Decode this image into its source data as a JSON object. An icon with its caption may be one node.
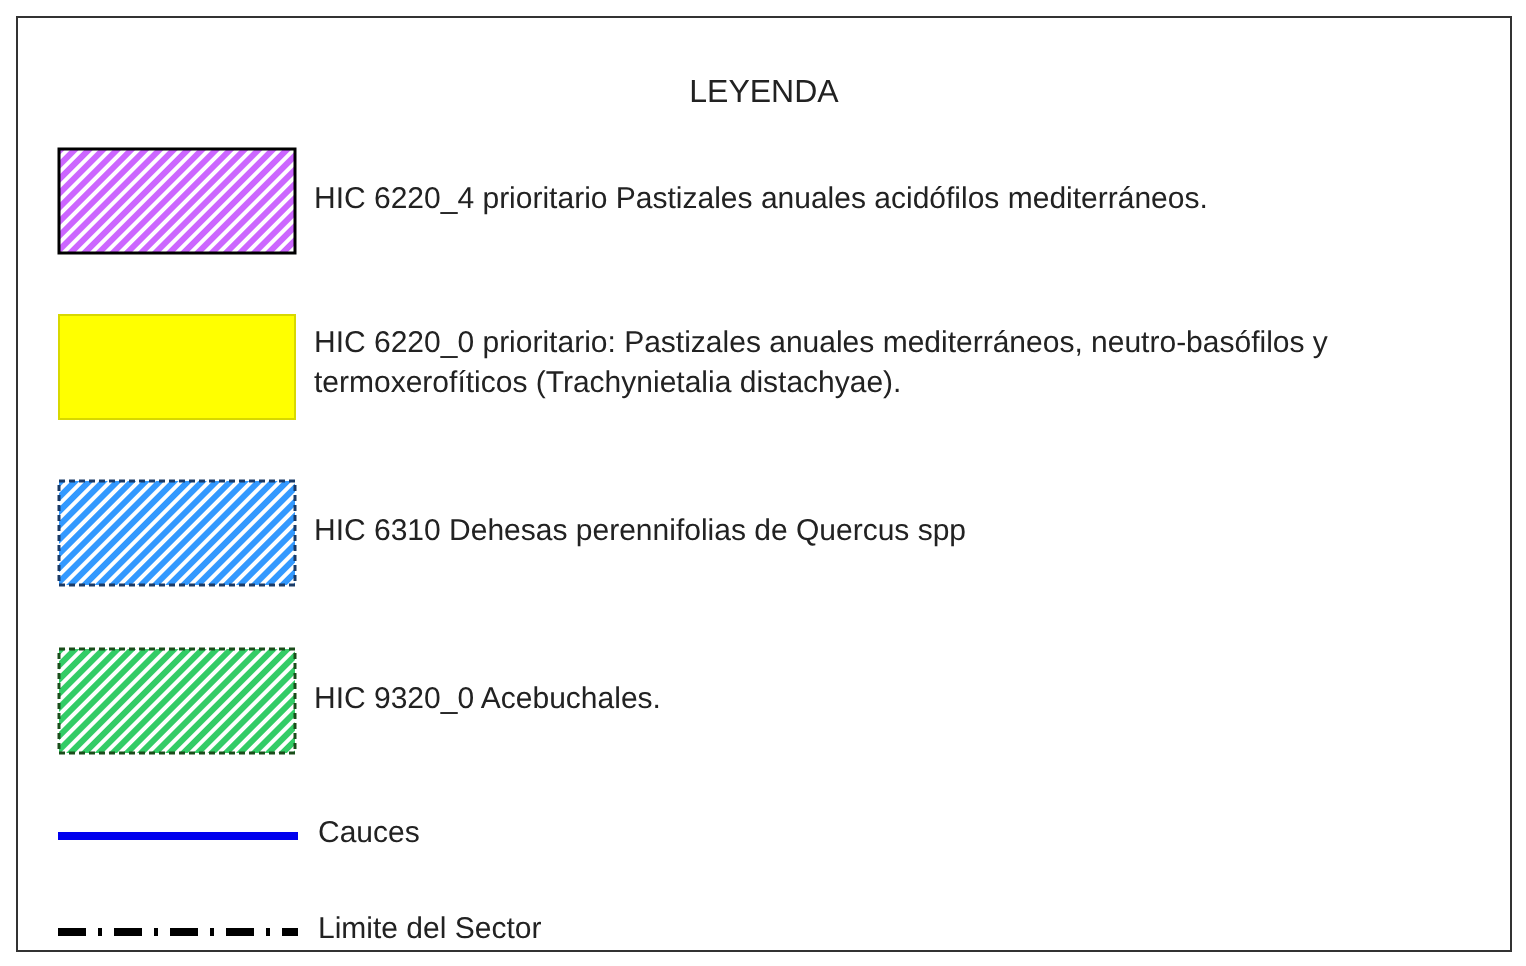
{
  "diagram": {
    "title": "LEYENDA",
    "legend": [
      {
        "text": "HIC 6220_4 prioritario Pastizales anuales acidófilos mediterráneos.",
        "color": "#cc66ff"
      },
      {
        "text": "HIC 6220_0 prioritario: Pastizales anuales mediterráneos, neutro-basófilos y termoxerofíticos (Trachynietalia distachyae).",
        "color": "#ffff00"
      },
      {
        "text": "HIC 6310 Dehesas perennifolias de Quercus spp",
        "color": "#3399ff"
      },
      {
        "text": "HIC 9320_0 Acebuchales.",
        "color": "#33cc66"
      },
      {
        "text": "Cauces"
      },
      {
        "text": "Limite del Sector"
      }
    ]
  }
}
